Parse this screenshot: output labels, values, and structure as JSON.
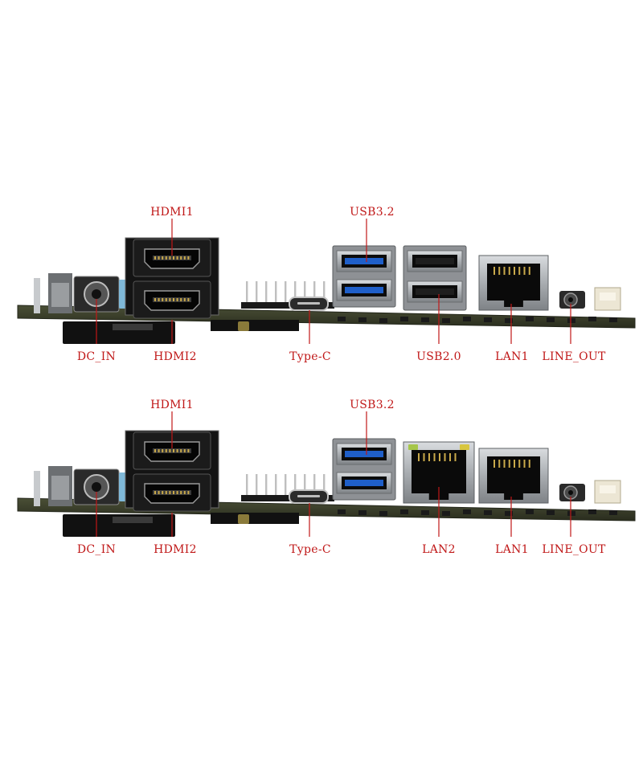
{
  "colors": {
    "label": "#c01818",
    "leader": "#c01818",
    "pcb": "#3a3e2a",
    "pcb_edge": "#23261a",
    "metal": "#b9bcbf",
    "usb3_blue": "#1f5fc9",
    "usb2_black": "#161616",
    "dark_component": "#111111",
    "connector_blue": "#7fb8d8",
    "jst_cream": "#ece6d4",
    "led_green": "#a6c64a",
    "led_yellow": "#d8c640"
  },
  "panels": [
    {
      "labels": {
        "hdmi1": "HDMI1",
        "usb3": "USB3.2",
        "dc_in": "DC_IN",
        "hdmi2": "HDMI2",
        "typec": "Type-C",
        "middle": "USB2.0",
        "lan1": "LAN1",
        "line_out": "LINE_OUT"
      }
    },
    {
      "labels": {
        "hdmi1": "HDMI1",
        "usb3": "USB3.2",
        "dc_in": "DC_IN",
        "hdmi2": "HDMI2",
        "typec": "Type-C",
        "middle": "LAN2",
        "lan1": "LAN1",
        "line_out": "LINE_OUT"
      }
    }
  ]
}
